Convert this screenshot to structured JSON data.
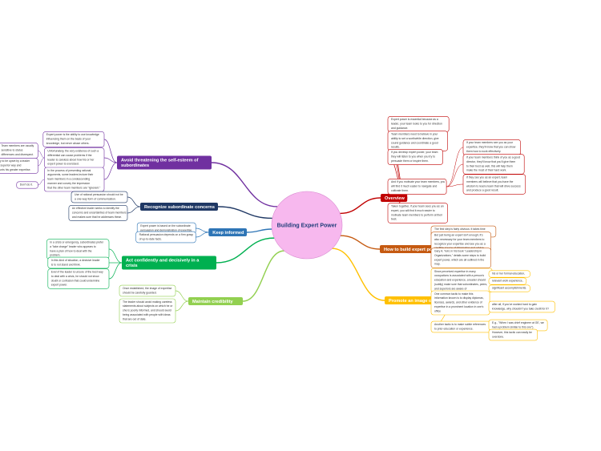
{
  "center": {
    "label": "Building Expert Power",
    "color": "#f7b8ee",
    "text_color": "#1f3d7a"
  },
  "branches": [
    {
      "id": "overview",
      "label": "Overview",
      "color": "#c00000",
      "side": "right",
      "children": [
        {
          "lines": [
            "Expert power is essential because as a",
            "leader, your team looks to you for direction",
            "and guidance."
          ]
        },
        {
          "lines": [
            "Team members need to believe in your",
            "ability to set a worthwhile direction, give",
            "sound guidance and coordinate a good",
            "results."
          ]
        },
        {
          "lines": [
            "If you develop expert power, your team",
            "they will listen to you when you try to",
            "persuade them or inspire them."
          ]
        },
        {
          "lines": [
            "And if you motivate your team members, you",
            "will find it much easier to navigate and",
            "cultivate them."
          ],
          "children": [
            {
              "lines": [
                "If your team members see you as your",
                "expertise, they'll know that you can show",
                "them how to work effectively."
              ]
            },
            {
              "lines": [
                "If your team members think of you as a good",
                "director, they'll know that you'll give them",
                "to their best as well, this will help them",
                "make the most of their hard work."
              ]
            },
            {
              "lines": [
                "If they see you as an expert, team",
                "members will believe that you have the",
                "wisdom to lead a team that will drive success",
                "and produce a good result."
              ]
            }
          ]
        },
        {
          "lines": [
            "Taken together, if your team sees you as an",
            "expert, you will find it much easier to",
            "motivate team members to perform at their",
            "best."
          ]
        }
      ]
    },
    {
      "id": "how-to",
      "label": "How to build expert power?",
      "color": "#c55a11",
      "side": "right",
      "children": [
        {
          "lines": [
            "The first step is fairly obvious: it takes time",
            "to build expert power."
          ]
        },
        {
          "lines": [
            "But just being an expert isn't enough; it's",
            "also necessary for your team members to",
            "recognize your expertise and see you as a",
            "credible source of information and advice."
          ]
        },
        {
          "lines": [
            "Gary A. Yukl, in his book \"Leadership in",
            "Organizations,\" details some steps to build",
            "expert power, which are all outlined in the",
            "map."
          ]
        }
      ]
    },
    {
      "id": "promote",
      "label": "Promote an image of expertise",
      "color": "#ffc000",
      "side": "right",
      "children": [
        {
          "lines": [
            "Since perceived expertise in many",
            "occupations is associated with a person's",
            "education and experience, a leader should",
            "(subtly) make sure that subordinates, peers,",
            "and superiors are aware of"
          ],
          "children": [
            {
              "lines": [
                "his or her formal education,"
              ]
            },
            {
              "lines": [
                "relevant work experience,"
              ]
            },
            {
              "lines": [
                "significant accomplishments."
              ]
            }
          ]
        },
        {
          "lines": [
            "One common tactic to make this",
            "information known is to display diplomas,",
            "licenses, awards, and other evidence of",
            "expertise in a prominent location in one's",
            "office"
          ],
          "children": [
            {
              "lines": [
                "after all, if you've worked hard to gain",
                "knowledge, why shouldn't you take credit for it?"
              ]
            }
          ]
        },
        {
          "lines": [
            "Another tactic is to make subtle references",
            "to prior education or experience."
          ],
          "children": [
            {
              "lines": [
                "E.g., \"When I was chief engineer at GE, we",
                "had a problem similar to this one\")."
              ]
            },
            {
              "lines": [
                "However, this tactic can easily be",
                "overdone."
              ]
            }
          ]
        }
      ]
    },
    {
      "id": "avoid",
      "label": "Avoid threatening the self-esteem of subordinates",
      "color": "#7030a0",
      "side": "left",
      "children": [
        {
          "lines": [
            "Expert power is the ability to use knowledge",
            "influencing them on the basis of your",
            "knowledge, but never abuse others."
          ]
        },
        {
          "lines": [
            "Unfortunately, the very existence of such a",
            "differential can cause problems if the",
            "leader is careless about how his or her",
            "expert power is exercised."
          ],
          "children": [
            {
              "lines": [
                "Team members are usually",
                "sensitive to status",
                "differences and disrespect."
              ]
            },
            {
              "lines": [
                "They are likely to be upset by a leader",
                "who acts in a superior way and",
                "arrogantly flaunts his greater expertise."
              ]
            }
          ]
        },
        {
          "lines": [
            "In the process of presenting rational",
            "arguments, some leaders lecture their",
            "team members in a condescending",
            "manner and convey the impression",
            "that the other team members are \"ignorant.\""
          ],
          "children": [
            {
              "lines": [
                "Don't do it."
              ]
            }
          ]
        }
      ]
    },
    {
      "id": "recognize",
      "label": "Recognize subordinate concerns",
      "color": "#1f3864",
      "side": "left",
      "children": [
        {
          "lines": [
            "Use of rational persuasion should not be",
            "a one-way form of communication."
          ]
        },
        {
          "lines": [
            "An effective leader seeks to identify the",
            "concerns and uncertainties of team members",
            "and makes sure that he addresses these."
          ]
        }
      ]
    },
    {
      "id": "informed",
      "label": "Keep informed",
      "color": "#2e75b6",
      "side": "left",
      "children": [
        {
          "lines": [
            "Expert power is based on the subordinate",
            "persuasion and demonstration of expertise."
          ]
        },
        {
          "lines": [
            "Rational persuasion depends on a firm grasp",
            "of up-to-date facts."
          ]
        }
      ]
    },
    {
      "id": "act",
      "label": "Act confidently and decisively in a crisis",
      "color": "#00b050",
      "side": "left",
      "children": [
        {
          "lines": [
            "In a crisis or emergency, subordinates prefer",
            "a \"take charge\" leader who appears to",
            "have a plan of how to deal with the",
            "problem."
          ]
        },
        {
          "lines": [
            "In this kind of situation, a decisive leader",
            "is to not stand and think."
          ]
        },
        {
          "lines": [
            "Even if the leader is unsure of the best way",
            "to deal with a crisis, he should not show",
            "doubt or confusion that could undermine",
            "expert power."
          ]
        }
      ]
    },
    {
      "id": "credibility",
      "label": "Maintain credibility",
      "color": "#92d050",
      "side": "left",
      "children": [
        {
          "lines": [
            "Once established, the image of expertise",
            "should be carefully guarded."
          ]
        },
        {
          "lines": [
            "The leader should avoid making careless",
            "statements about subjects on which he or",
            "she is poorly informed, and should avoid",
            "being associated with people with ideas",
            "that are out of date."
          ]
        }
      ]
    }
  ]
}
